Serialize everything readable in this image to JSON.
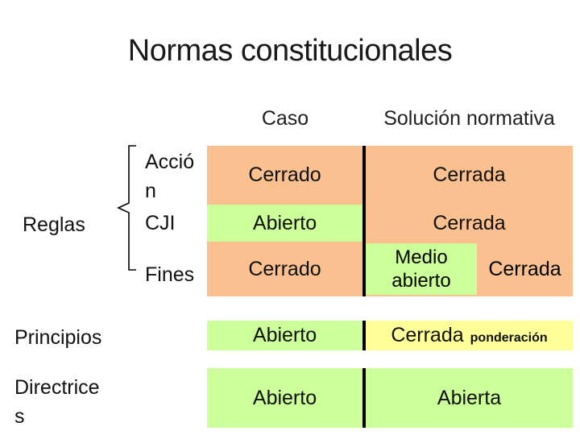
{
  "slide": {
    "title": "Normas constitucionales"
  },
  "table": {
    "headers": {
      "caso": "Caso",
      "solucion": "Solución normativa"
    },
    "row_labels": {
      "reglas": "Reglas",
      "accion": "Acció\nn",
      "cji": "CJI",
      "fines": "Fines",
      "principios": "Principios",
      "directrices": "Directrice\ns"
    },
    "rows": {
      "accion": {
        "caso": "Cerrado",
        "solucion": "Cerrada"
      },
      "cji": {
        "caso": "Abierto",
        "solucion": "Cerrada"
      },
      "fines": {
        "caso": "Cerrado",
        "solucion_medio": "Medio\nabierto",
        "solucion_cerrada": "Cerrada"
      },
      "principios": {
        "caso": "Abierto",
        "solucion": "Cerrada",
        "solucion_note": "ponderación"
      },
      "directrices": {
        "caso": "Abierto",
        "solucion": "Abierta"
      }
    }
  },
  "icons": {
    "brace": "left-curly-brace"
  },
  "colors": {
    "closed_cell": "#FAC090",
    "open_cell": "#CCFF99",
    "ponderation_cell": "#FFFF99",
    "divider_line": "#000000",
    "text": "#111111",
    "background": "#FFFFFF"
  }
}
